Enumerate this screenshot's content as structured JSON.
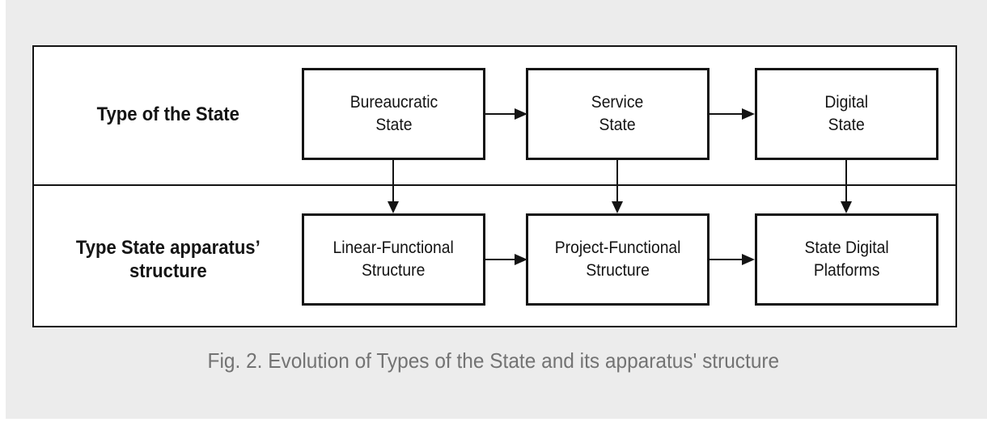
{
  "colors": {
    "page_background": "#ffffff",
    "panel_background": "#ececec",
    "figure_background": "#ffffff",
    "line_color": "#141414",
    "caption_color": "#737373"
  },
  "figure": {
    "rows": [
      {
        "label_lines": [
          "Type of the State"
        ],
        "boxes": [
          {
            "lines": [
              "Bureaucratic",
              "State"
            ]
          },
          {
            "lines": [
              "Service",
              "State"
            ]
          },
          {
            "lines": [
              "Digital",
              "State"
            ]
          }
        ]
      },
      {
        "label_lines": [
          "Type State apparatus’",
          "structure"
        ],
        "boxes": [
          {
            "lines": [
              "Linear-Functional",
              "Structure"
            ]
          },
          {
            "lines": [
              "Project-Functional",
              "Structure"
            ]
          },
          {
            "lines": [
              "State Digital",
              "Platforms"
            ]
          }
        ]
      }
    ]
  },
  "caption": {
    "text": "Fig. 2. Evolution of Types of the State and its apparatus' structure"
  }
}
